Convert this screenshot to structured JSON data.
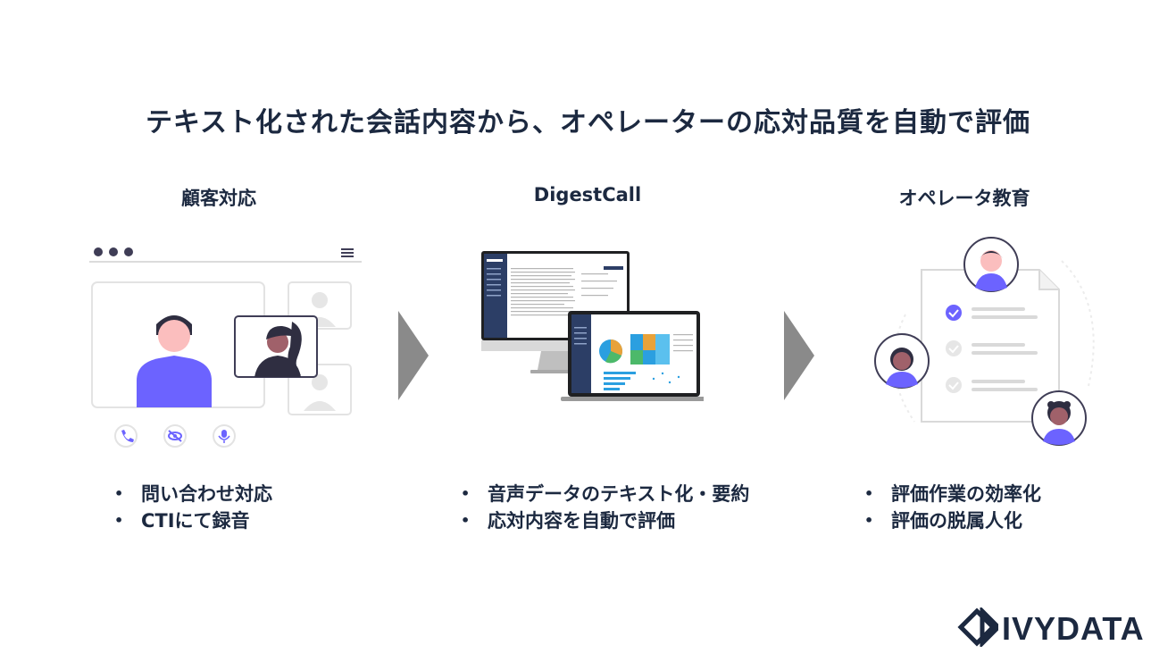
{
  "headline": "テキスト化された会話内容から、オペレーターの応対品質を自動で評価",
  "columns": [
    {
      "title": "顧客対応",
      "bullets": [
        "問い合わせ対応",
        "CTIにて録音"
      ]
    },
    {
      "title": "DigestCall",
      "bullets": [
        "音声データのテキスト化・要約",
        "応対内容を自動で評価"
      ]
    },
    {
      "title": "オペレータ教育",
      "bullets": [
        "評価作業の効率化",
        "評価の脱属人化"
      ]
    }
  ],
  "logo": {
    "text": "IVYDATA"
  },
  "icons": [
    "phone-icon",
    "eye-off-icon",
    "mic-icon",
    "check-icon",
    "hamburger-icon",
    "chevron-right-arrow"
  ],
  "colors": {
    "navy": "#1c2940",
    "accent": "#6c63ff",
    "arrow": "#8a8a8a"
  }
}
